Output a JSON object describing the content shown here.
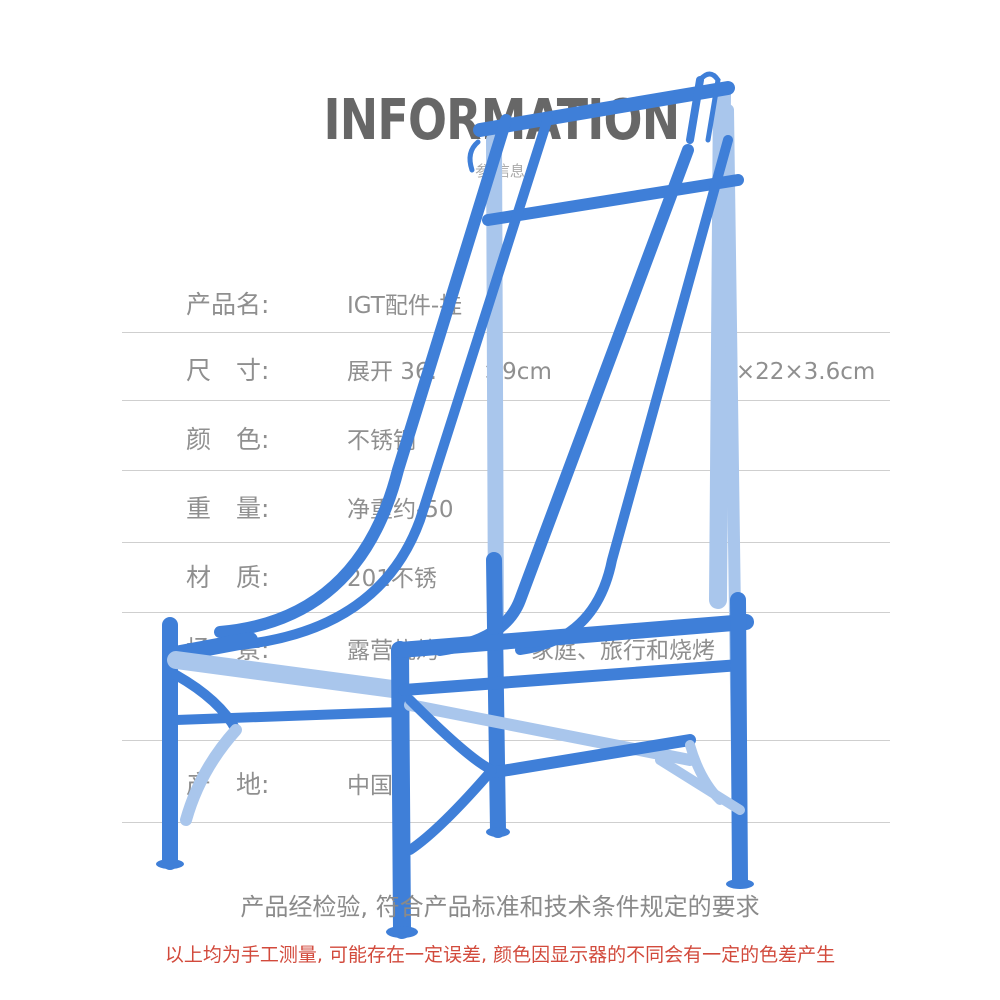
{
  "header": {
    "title": "INFORMATION",
    "subtitle": "参 信息"
  },
  "rows": [
    {
      "label": "产品名:",
      "value": "IGT配件-挂"
    },
    {
      "label": "尺　寸:",
      "value": "展开 36.　　×9cm　　　　　　　　×22×3.6cm"
    },
    {
      "label": "颜　色:",
      "value": "不锈钢"
    },
    {
      "label": "重　量:",
      "value": "净重约-50"
    },
    {
      "label": "材　质:",
      "value": "201不锈"
    },
    {
      "label": "场　景:",
      "value": "露营烧烤　　　　家庭、旅行和烧烤"
    },
    {
      "label": "",
      "value": ""
    },
    {
      "label": "产　地:",
      "value": "中国"
    }
  ],
  "footer": {
    "note": "产品经检验, 符合产品标准和技术条件规定的要求",
    "disclaimer": "以上均为手工测量, 可能存在一定误差, 颜色因显示器的不同会有一定的色差产生"
  },
  "colors": {
    "frame_dark": "#3f7fd8",
    "frame_light": "#a9c6ec",
    "disclaimer": "#d24a3c"
  },
  "image": {
    "subject": "blue-metal-frame-chair"
  }
}
